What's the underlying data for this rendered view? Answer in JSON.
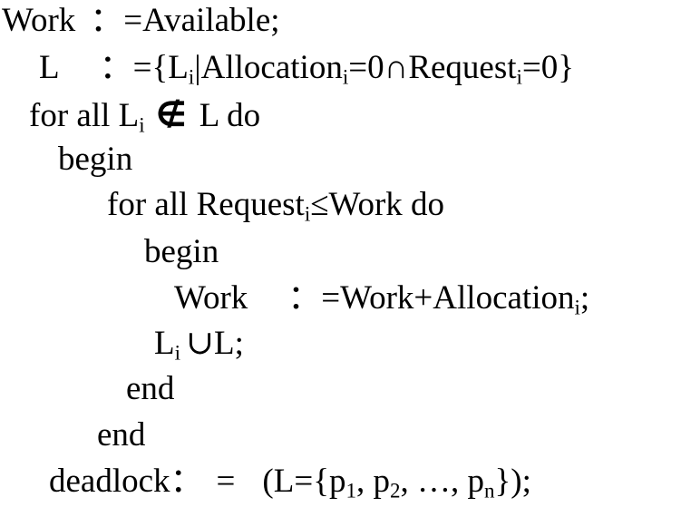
{
  "algorithm": {
    "line1": {
      "work": "Work",
      "assign": "：=",
      "rest": "Available;"
    },
    "line2": {
      "L": "L",
      "assign": "：=",
      "open": "{L",
      "sub_i": "i",
      "bar_alloc": "|Allocation",
      "sub_i2": "i",
      "eq_cap_req": "=0∩Request",
      "sub_i3": "i",
      "close": "=0}"
    },
    "line3": {
      "for_all": "for all L",
      "sub_i": "i",
      "notin": "∉",
      "rest": "L do"
    },
    "line4": {
      "text": "begin"
    },
    "line5": {
      "for_all": "for all Request",
      "sub_i": "i",
      "rest": "≤Work do"
    },
    "line6": {
      "text": "begin"
    },
    "line7": {
      "work": "Work",
      "assign": "：=",
      "rest": "Work+Allocation",
      "sub_i": "i",
      "end": ";"
    },
    "line8": {
      "L": "L",
      "sub_i": "i",
      "rest": "∪L;"
    },
    "line9": {
      "text": "end"
    },
    "line10": {
      "text": "end"
    },
    "line11": {
      "deadlock": "deadlock",
      "assign": "：",
      "eq": "=",
      "open": "(L={p",
      "sub_1": "1",
      "comma1": ", p",
      "sub_2": "2",
      "ellipsis": ", …, p",
      "sub_n": "n",
      "close": "});"
    }
  }
}
